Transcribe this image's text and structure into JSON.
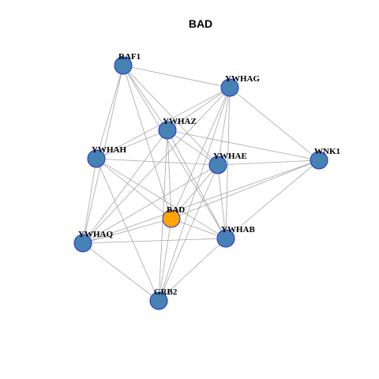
{
  "title": "BAD",
  "colors": {
    "edge": "#a6a6a6",
    "node_fill": "#4682b4",
    "center_fill": "#ffa500",
    "node_stroke": "#1f2fd0"
  },
  "nodes": [
    {
      "id": "RAF1",
      "label": "RAF1",
      "center": false
    },
    {
      "id": "YWHAG",
      "label": "YWHAG",
      "center": false
    },
    {
      "id": "YWHAZ",
      "label": "YWHAZ",
      "center": false
    },
    {
      "id": "YWHAH",
      "label": "YWHAH",
      "center": false
    },
    {
      "id": "YWHAE",
      "label": "YWHAE",
      "center": false
    },
    {
      "id": "WNK1",
      "label": "WNK1",
      "center": false
    },
    {
      "id": "BAD",
      "label": "BAD",
      "center": true
    },
    {
      "id": "YWHAQ",
      "label": "YWHAQ",
      "center": false
    },
    {
      "id": "YWHAB",
      "label": "YWHAB",
      "center": false
    },
    {
      "id": "GRB2",
      "label": "GRB2",
      "center": false
    }
  ],
  "edges": [
    [
      "RAF1",
      "YWHAG"
    ],
    [
      "RAF1",
      "YWHAZ"
    ],
    [
      "RAF1",
      "YWHAH"
    ],
    [
      "RAF1",
      "YWHAE"
    ],
    [
      "RAF1",
      "BAD"
    ],
    [
      "RAF1",
      "YWHAQ"
    ],
    [
      "RAF1",
      "YWHAB"
    ],
    [
      "YWHAG",
      "YWHAZ"
    ],
    [
      "YWHAG",
      "YWHAH"
    ],
    [
      "YWHAG",
      "YWHAE"
    ],
    [
      "YWHAG",
      "BAD"
    ],
    [
      "YWHAG",
      "YWHAB"
    ],
    [
      "YWHAG",
      "GRB2"
    ],
    [
      "YWHAG",
      "WNK1"
    ],
    [
      "YWHAG",
      "YWHAQ"
    ],
    [
      "YWHAZ",
      "YWHAH"
    ],
    [
      "YWHAZ",
      "YWHAE"
    ],
    [
      "YWHAZ",
      "WNK1"
    ],
    [
      "YWHAZ",
      "BAD"
    ],
    [
      "YWHAZ",
      "YWHAQ"
    ],
    [
      "YWHAZ",
      "YWHAB"
    ],
    [
      "YWHAZ",
      "GRB2"
    ],
    [
      "YWHAH",
      "YWHAE"
    ],
    [
      "YWHAH",
      "BAD"
    ],
    [
      "YWHAH",
      "YWHAQ"
    ],
    [
      "YWHAH",
      "YWHAB"
    ],
    [
      "YWHAH",
      "GRB2"
    ],
    [
      "YWHAE",
      "WNK1"
    ],
    [
      "YWHAE",
      "BAD"
    ],
    [
      "YWHAE",
      "YWHAQ"
    ],
    [
      "YWHAE",
      "YWHAB"
    ],
    [
      "YWHAE",
      "GRB2"
    ],
    [
      "WNK1",
      "BAD"
    ],
    [
      "WNK1",
      "YWHAB"
    ],
    [
      "WNK1",
      "YWHAQ"
    ],
    [
      "BAD",
      "YWHAQ"
    ],
    [
      "BAD",
      "YWHAB"
    ],
    [
      "BAD",
      "GRB2"
    ],
    [
      "YWHAQ",
      "YWHAB"
    ],
    [
      "YWHAQ",
      "GRB2"
    ],
    [
      "YWHAB",
      "GRB2"
    ]
  ]
}
